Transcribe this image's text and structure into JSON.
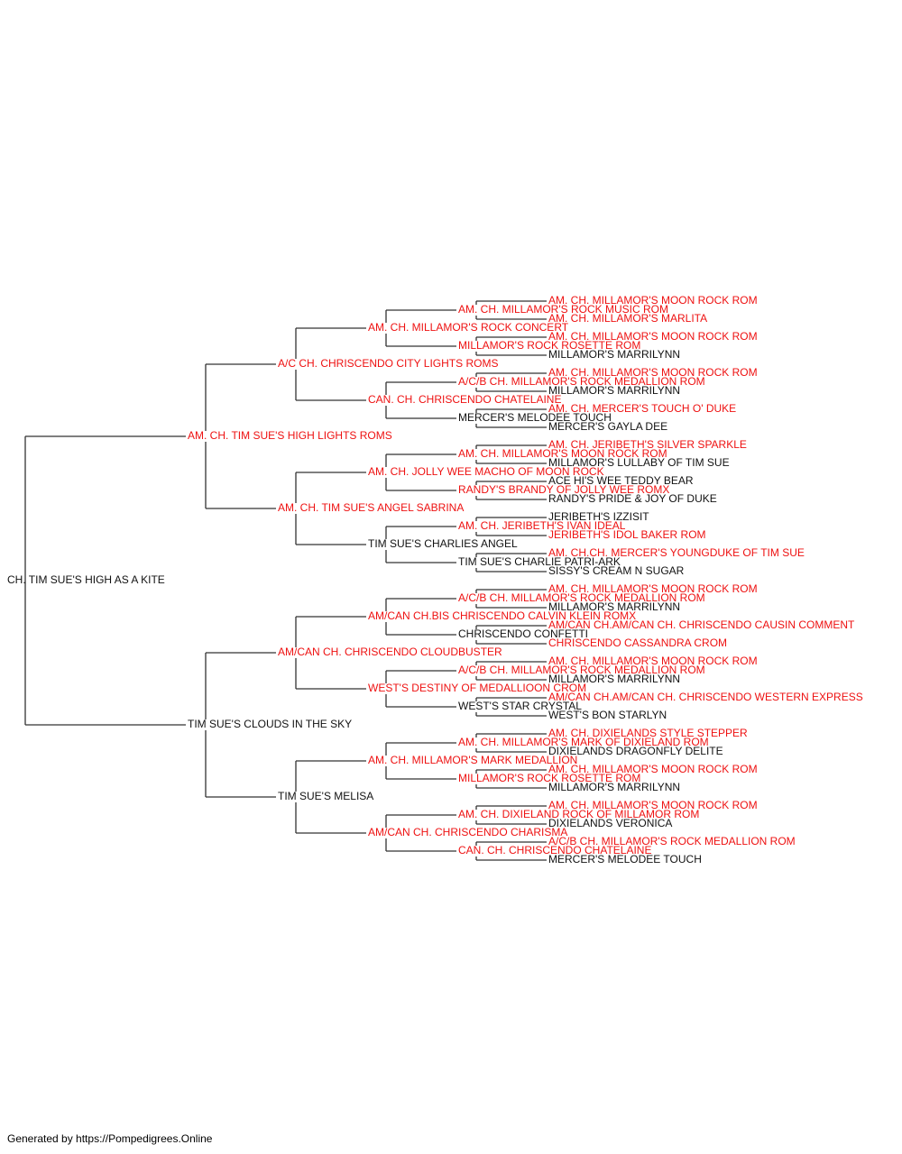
{
  "colors": {
    "titled": "#ee1111",
    "plain": "#111111",
    "connector": "#333333"
  },
  "pedigree": {
    "name": "CH. TIM SUE'S HIGH AS A KITE",
    "titled": false,
    "sire": {
      "name": "AM. CH. TIM SUE'S HIGH LIGHTS ROMS",
      "titled": true,
      "sire": {
        "name": "A/C CH. CHRISCENDO CITY LIGHTS ROMS",
        "titled": true,
        "sire": {
          "name": "AM. CH. MILLAMOR'S ROCK CONCERT",
          "titled": true,
          "sire": {
            "name": "AM. CH. MILLAMOR'S ROCK MUSIC ROM",
            "titled": true,
            "sire": {
              "name": "AM. CH. MILLAMOR'S MOON ROCK ROM",
              "titled": true
            },
            "dam": {
              "name": "AM. CH. MILLAMOR'S MARLITA",
              "titled": true
            }
          },
          "dam": {
            "name": "MILLAMOR'S ROCK ROSETTE ROM",
            "titled": true,
            "sire": {
              "name": "AM. CH. MILLAMOR'S MOON ROCK ROM",
              "titled": true
            },
            "dam": {
              "name": "MILLAMOR'S MARRILYNN",
              "titled": false
            }
          }
        },
        "dam": {
          "name": "CAN. CH. CHRISCENDO CHATELAINE",
          "titled": true,
          "sire": {
            "name": "A/C/B CH. MILLAMOR'S ROCK MEDALLION ROM",
            "titled": true,
            "sire": {
              "name": "AM. CH. MILLAMOR'S MOON ROCK ROM",
              "titled": true
            },
            "dam": {
              "name": "MILLAMOR'S MARRILYNN",
              "titled": false
            }
          },
          "dam": {
            "name": "MERCER'S MELODEE TOUCH",
            "titled": false,
            "sire": {
              "name": "AM. CH. MERCER'S TOUCH O' DUKE",
              "titled": true
            },
            "dam": {
              "name": "MERCER'S GAYLA DEE",
              "titled": false
            }
          }
        }
      },
      "dam": {
        "name": "AM. CH. TIM SUE'S ANGEL SABRINA",
        "titled": true,
        "sire": {
          "name": "AM. CH. JOLLY WEE MACHO OF MOON ROCK",
          "titled": true,
          "sire": {
            "name": "AM. CH. MILLAMOR'S MOON ROCK ROM",
            "titled": true,
            "sire": {
              "name": "AM. CH. JERIBETH'S SILVER SPARKLE",
              "titled": true
            },
            "dam": {
              "name": "MILLAMOR'S LULLABY OF TIM SUE",
              "titled": false
            }
          },
          "dam": {
            "name": "RANDY'S BRANDY OF JOLLY WEE ROMX",
            "titled": true,
            "sire": {
              "name": "ACE HI'S WEE TEDDY BEAR",
              "titled": false
            },
            "dam": {
              "name": "RANDY'S PRIDE & JOY OF DUKE",
              "titled": false
            }
          }
        },
        "dam": {
          "name": "TIM SUE'S CHARLIES ANGEL",
          "titled": false,
          "sire": {
            "name": "AM. CH. JERIBETH'S IVAN IDEAL",
            "titled": true,
            "sire": {
              "name": "JERIBETH'S IZZISIT",
              "titled": false
            },
            "dam": {
              "name": "JERIBETH'S IDOL BAKER ROM",
              "titled": true
            }
          },
          "dam": {
            "name": "TIM SUE'S CHARLIE PATRI-ARK",
            "titled": false,
            "sire": {
              "name": "AM. CH.CH. MERCER'S YOUNGDUKE OF TIM SUE",
              "titled": true
            },
            "dam": {
              "name": "SISSY'S CREAM N SUGAR",
              "titled": false
            }
          }
        }
      }
    },
    "dam": {
      "name": "TIM SUE'S CLOUDS IN THE SKY",
      "titled": false,
      "sire": {
        "name": "AM/CAN CH. CHRISCENDO CLOUDBUSTER",
        "titled": true,
        "sire": {
          "name": "AM/CAN CH.BIS CHRISCENDO CALVIN KLEIN ROMX",
          "titled": true,
          "sire": {
            "name": "A/C/B CH. MILLAMOR'S ROCK MEDALLION ROM",
            "titled": true,
            "sire": {
              "name": "AM. CH. MILLAMOR'S MOON ROCK ROM",
              "titled": true
            },
            "dam": {
              "name": "MILLAMOR'S MARRILYNN",
              "titled": false
            }
          },
          "dam": {
            "name": "CHRISCENDO CONFETTI",
            "titled": false,
            "sire": {
              "name": "AM/CAN CH.AM/CAN CH. CHRISCENDO CAUSIN COMMENT",
              "titled": true
            },
            "dam": {
              "name": "CHRISCENDO CASSANDRA CROM",
              "titled": true
            }
          }
        },
        "dam": {
          "name": "WEST'S DESTINY OF MEDALLIOON CROM",
          "titled": true,
          "sire": {
            "name": "A/C/B CH. MILLAMOR'S ROCK MEDALLION ROM",
            "titled": true,
            "sire": {
              "name": "AM. CH. MILLAMOR'S MOON ROCK ROM",
              "titled": true
            },
            "dam": {
              "name": "MILLAMOR'S MARRILYNN",
              "titled": false
            }
          },
          "dam": {
            "name": "WEST'S STAR CRYSTAL",
            "titled": false,
            "sire": {
              "name": "AM/CAN CH.AM/CAN CH. CHRISCENDO WESTERN EXPRESS",
              "titled": true
            },
            "dam": {
              "name": "WEST'S BON STARLYN",
              "titled": false
            }
          }
        }
      },
      "dam": {
        "name": "TIM SUE'S MELISA",
        "titled": false,
        "sire": {
          "name": "AM. CH. MILLAMOR'S MARK MEDALLION",
          "titled": true,
          "sire": {
            "name": "AM. CH. MILLAMOR'S MARK OF DIXIELAND ROM",
            "titled": true,
            "sire": {
              "name": "AM. CH. DIXIELANDS STYLE STEPPER",
              "titled": true
            },
            "dam": {
              "name": "DIXIELANDS DRAGONFLY DELITE",
              "titled": false
            }
          },
          "dam": {
            "name": "MILLAMOR'S ROCK ROSETTE ROM",
            "titled": true,
            "sire": {
              "name": "AM. CH. MILLAMOR'S MOON ROCK ROM",
              "titled": true
            },
            "dam": {
              "name": "MILLAMOR'S MARRILYNN",
              "titled": false
            }
          }
        },
        "dam": {
          "name": "AM/CAN CH. CHRISCENDO CHARISMA",
          "titled": true,
          "sire": {
            "name": "AM. CH. DIXIELAND ROCK OF MILLAMOR ROM",
            "titled": true,
            "sire": {
              "name": "AM. CH. MILLAMOR'S MOON ROCK ROM",
              "titled": true
            },
            "dam": {
              "name": "DIXIELANDS VERONICA",
              "titled": false
            }
          },
          "dam": {
            "name": "CAN. CH. CHRISCENDO CHATELAINE",
            "titled": true,
            "sire": {
              "name": "A/C/B CH. MILLAMOR'S ROCK MEDALLION ROM",
              "titled": true
            },
            "dam": {
              "name": "MERCER'S MELODEE TOUCH",
              "titled": false
            }
          }
        }
      }
    }
  },
  "footer": {
    "text": "Generated by https://Pompedigrees.Online"
  }
}
